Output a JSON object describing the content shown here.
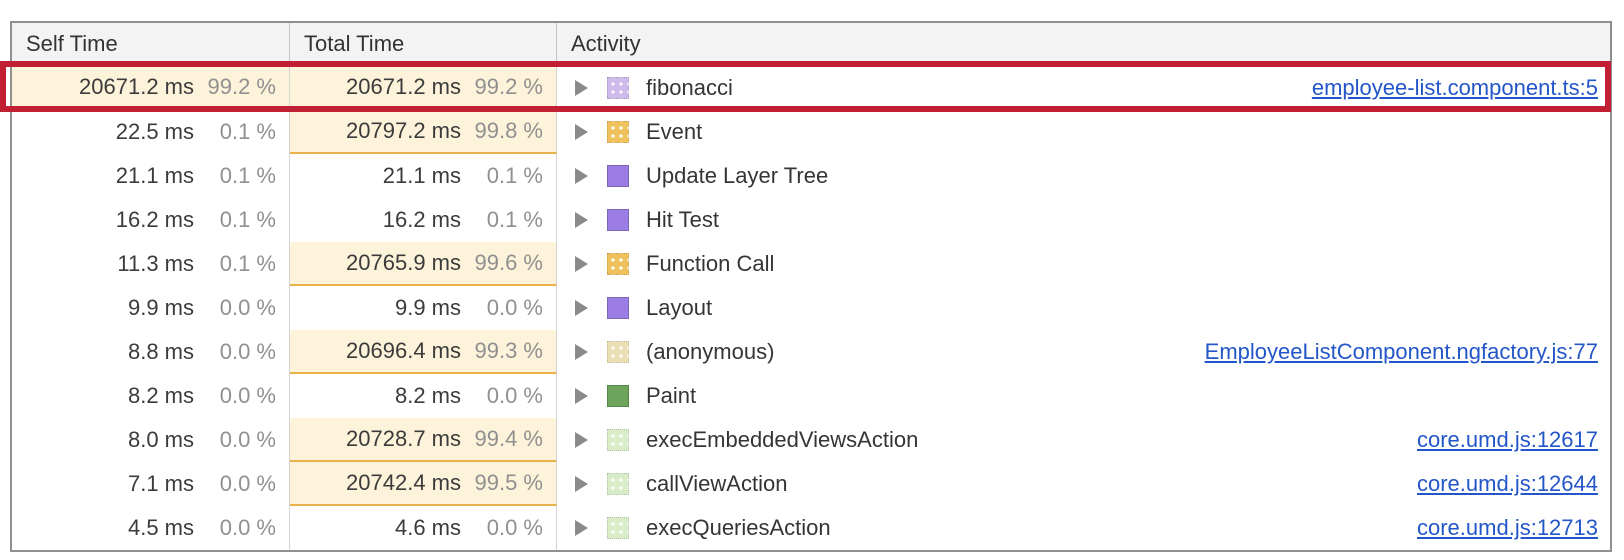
{
  "panel": "performance-bottom-up-grid",
  "columns": {
    "self_time": "Self Time",
    "total_time": "Total Time",
    "activity": "Activity"
  },
  "colors": {
    "highlight_cell_bg": "#fcf3da",
    "highlight_cell_underline": "#e8b14a",
    "annotation_red": "#c11f33",
    "link_blue": "#2356c9",
    "header_bg": "#f3f3f3",
    "swatch_lavender": "#cdb9ea",
    "swatch_gold": "#efc25c",
    "swatch_purple": "#9b7ce2",
    "swatch_tan": "#ebdfb4",
    "swatch_green": "#6ba45a",
    "swatch_light_green": "#d9edc8"
  },
  "rows": [
    {
      "self_time": "20671.2 ms",
      "self_pct": "99.2 %",
      "self_hl": true,
      "total_time": "20671.2 ms",
      "total_pct": "99.2 %",
      "total_hl": true,
      "activity": "fibonacci",
      "swatch": "#cdb9ea",
      "dotted": true,
      "link": "employee-list.component.ts:5",
      "selected": true
    },
    {
      "self_time": "22.5 ms",
      "self_pct": "0.1 %",
      "self_hl": false,
      "total_time": "20797.2 ms",
      "total_pct": "99.8 %",
      "total_hl": true,
      "activity": "Event",
      "swatch": "#efc25c",
      "dotted": true,
      "link": "",
      "selected": false
    },
    {
      "self_time": "21.1 ms",
      "self_pct": "0.1 %",
      "self_hl": false,
      "total_time": "21.1 ms",
      "total_pct": "0.1 %",
      "total_hl": false,
      "activity": "Update Layer Tree",
      "swatch": "#9b7ce2",
      "dotted": false,
      "link": "",
      "selected": false
    },
    {
      "self_time": "16.2 ms",
      "self_pct": "0.1 %",
      "self_hl": false,
      "total_time": "16.2 ms",
      "total_pct": "0.1 %",
      "total_hl": false,
      "activity": "Hit Test",
      "swatch": "#9b7ce2",
      "dotted": false,
      "link": "",
      "selected": false
    },
    {
      "self_time": "11.3 ms",
      "self_pct": "0.1 %",
      "self_hl": false,
      "total_time": "20765.9 ms",
      "total_pct": "99.6 %",
      "total_hl": true,
      "activity": "Function Call",
      "swatch": "#efc25c",
      "dotted": true,
      "link": "",
      "selected": false
    },
    {
      "self_time": "9.9 ms",
      "self_pct": "0.0 %",
      "self_hl": false,
      "total_time": "9.9 ms",
      "total_pct": "0.0 %",
      "total_hl": false,
      "activity": "Layout",
      "swatch": "#9b7ce2",
      "dotted": false,
      "link": "",
      "selected": false
    },
    {
      "self_time": "8.8 ms",
      "self_pct": "0.0 %",
      "self_hl": false,
      "total_time": "20696.4 ms",
      "total_pct": "99.3 %",
      "total_hl": true,
      "activity": "(anonymous)",
      "swatch": "#ebdfb4",
      "dotted": true,
      "link": "EmployeeListComponent.ngfactory.js:77",
      "selected": false
    },
    {
      "self_time": "8.2 ms",
      "self_pct": "0.0 %",
      "self_hl": false,
      "total_time": "8.2 ms",
      "total_pct": "0.0 %",
      "total_hl": false,
      "activity": "Paint",
      "swatch": "#6ba45a",
      "dotted": false,
      "link": "",
      "selected": false
    },
    {
      "self_time": "8.0 ms",
      "self_pct": "0.0 %",
      "self_hl": false,
      "total_time": "20728.7 ms",
      "total_pct": "99.4 %",
      "total_hl": true,
      "activity": "execEmbeddedViewsAction",
      "swatch": "#d9edc8",
      "dotted": true,
      "link": "core.umd.js:12617",
      "selected": false
    },
    {
      "self_time": "7.1 ms",
      "self_pct": "0.0 %",
      "self_hl": false,
      "total_time": "20742.4 ms",
      "total_pct": "99.5 %",
      "total_hl": true,
      "activity": "callViewAction",
      "swatch": "#d9edc8",
      "dotted": true,
      "link": "core.umd.js:12644",
      "selected": false
    },
    {
      "self_time": "4.5 ms",
      "self_pct": "0.0 %",
      "self_hl": false,
      "total_time": "4.6 ms",
      "total_pct": "0.0 %",
      "total_hl": false,
      "activity": "execQueriesAction",
      "swatch": "#d9edc8",
      "dotted": true,
      "link": "core.umd.js:12713",
      "selected": false
    }
  ],
  "annotation": {
    "type": "red-highlight-box",
    "target_row": "fibonacci"
  }
}
